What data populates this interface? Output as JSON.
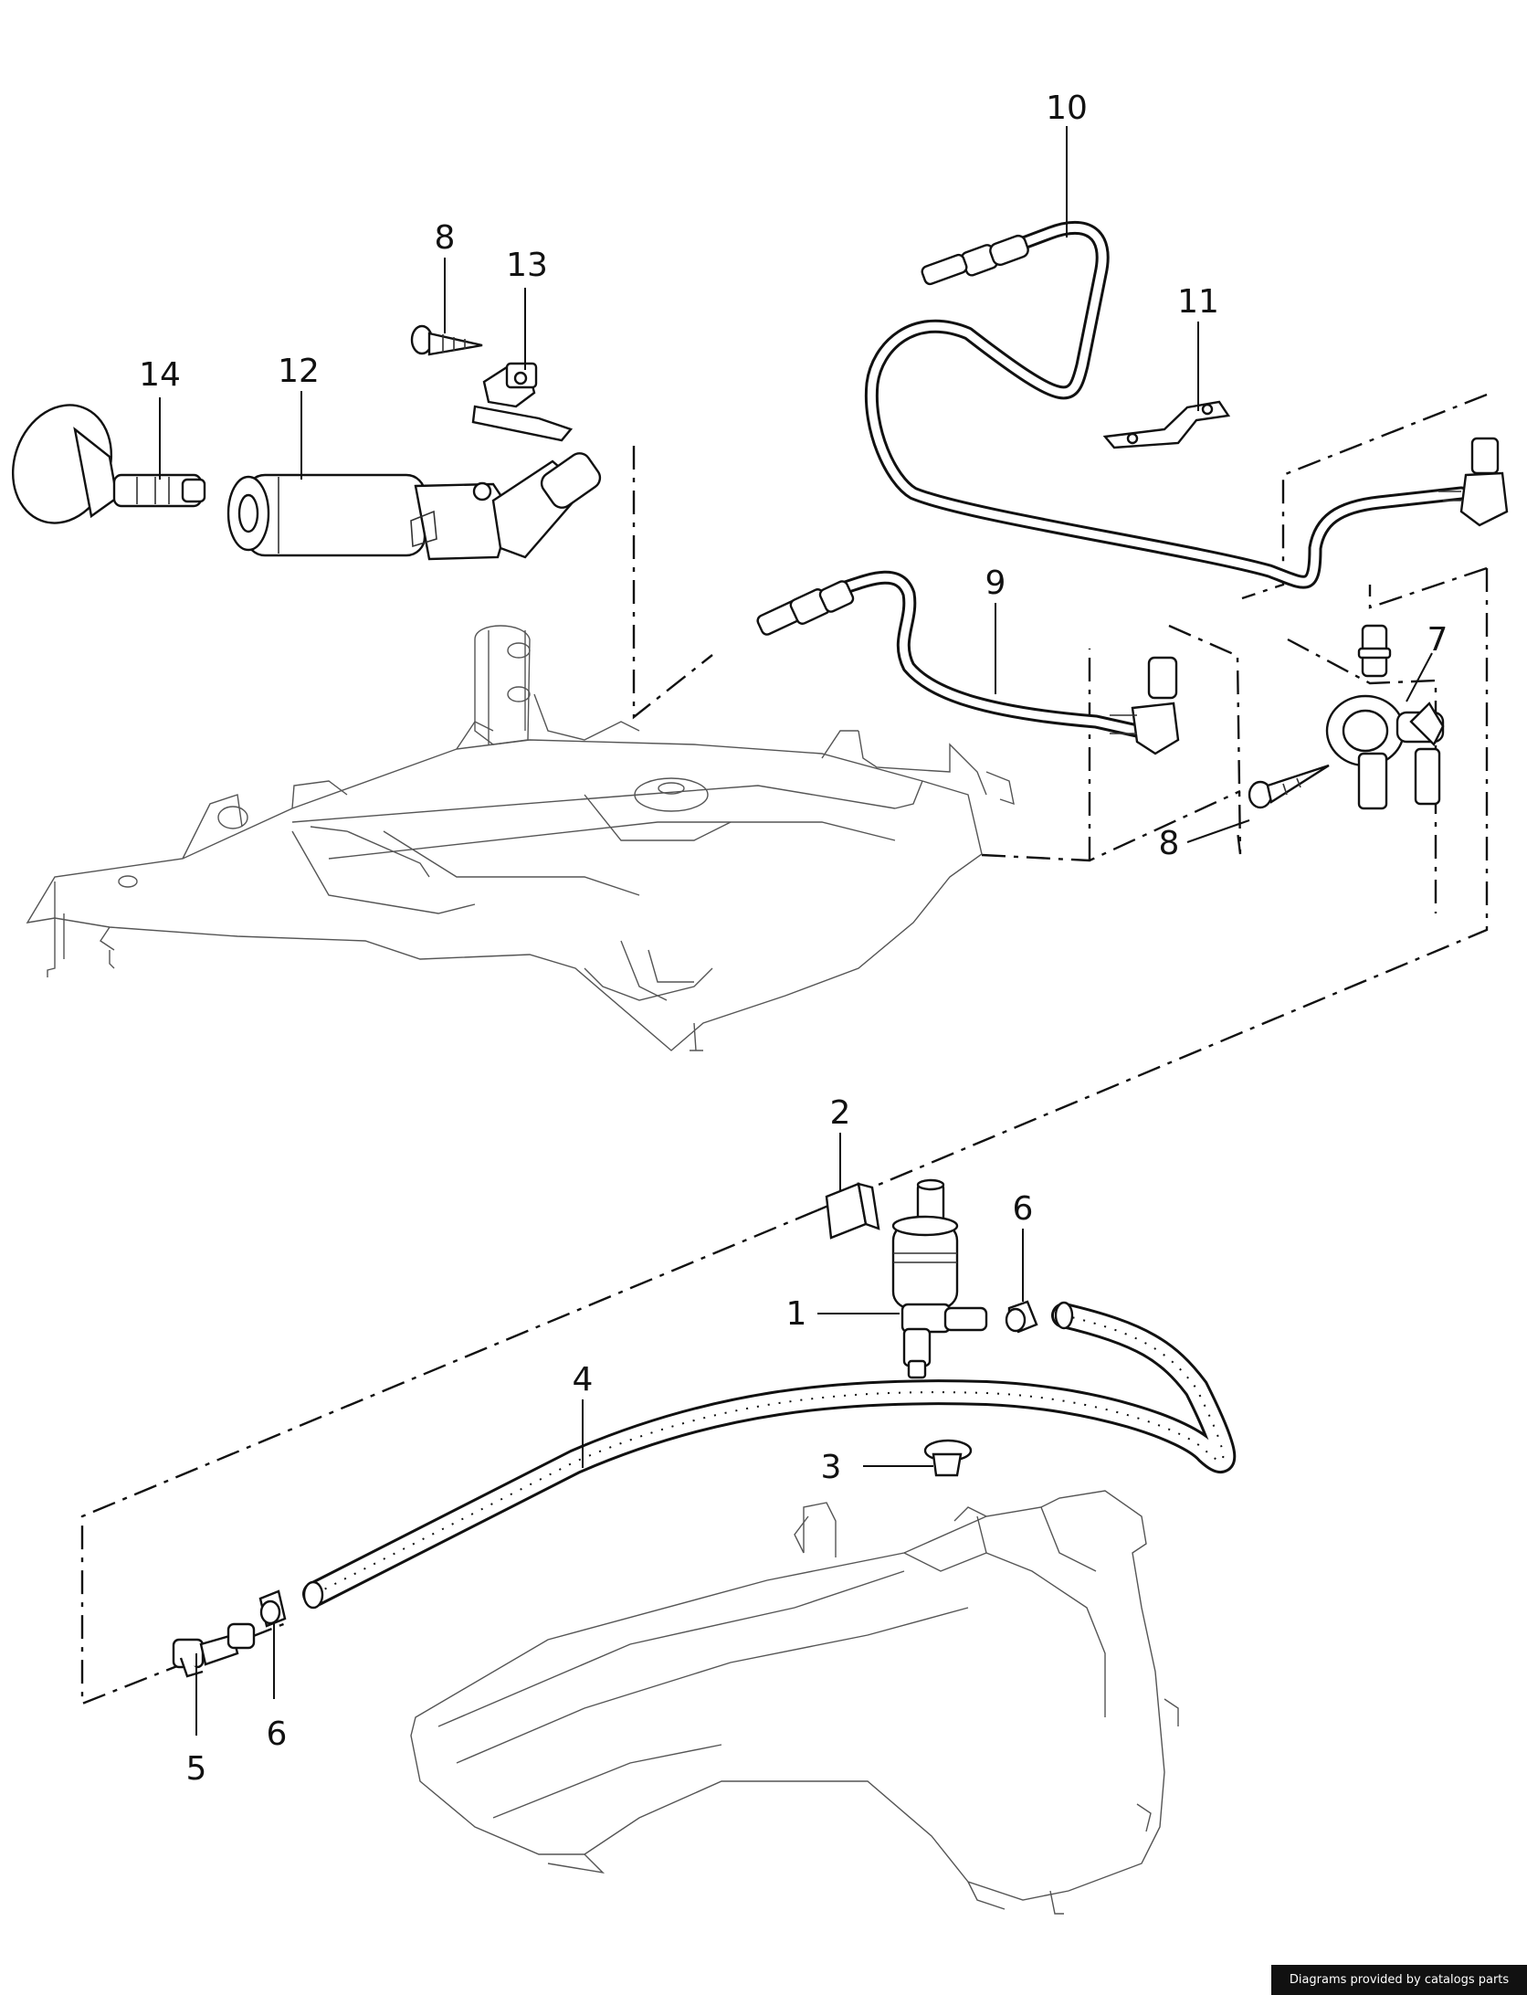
{
  "callouts": [
    "1",
    "2",
    "3",
    "4",
    "5",
    "6",
    "6",
    "7",
    "8",
    "8",
    "9",
    "10",
    "11",
    "12",
    "13",
    "14"
  ],
  "footer": {
    "text": "Diagrams provided by catalogs parts"
  }
}
